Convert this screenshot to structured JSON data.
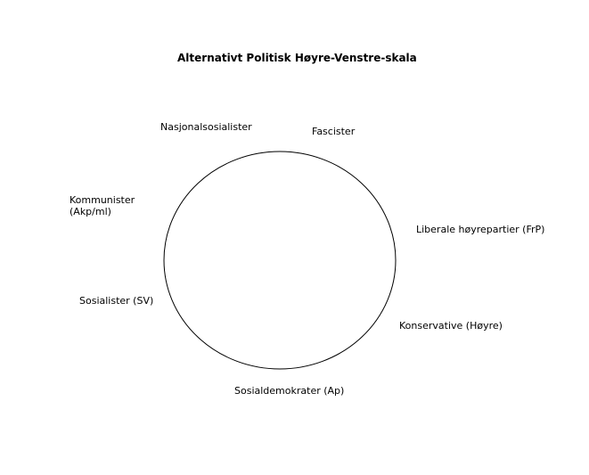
{
  "title": "Alternativt Politisk Høyre-Venstre-skala",
  "labels": {
    "nasjonalsosialister": "Nasjonalsosialister",
    "fascister": "Fascister",
    "kommunister_line1": "Kommunister",
    "kommunister_line2": "(Akp/ml)",
    "liberale": "Liberale høyrepartier (FrP)",
    "sosialister": "Sosialister (SV)",
    "konservative": "Konservative (Høyre)",
    "sosialdemokrater": "Sosialdemokrater (Ap)"
  },
  "colors": {
    "stroke": "#000000",
    "background": "#ffffff"
  }
}
